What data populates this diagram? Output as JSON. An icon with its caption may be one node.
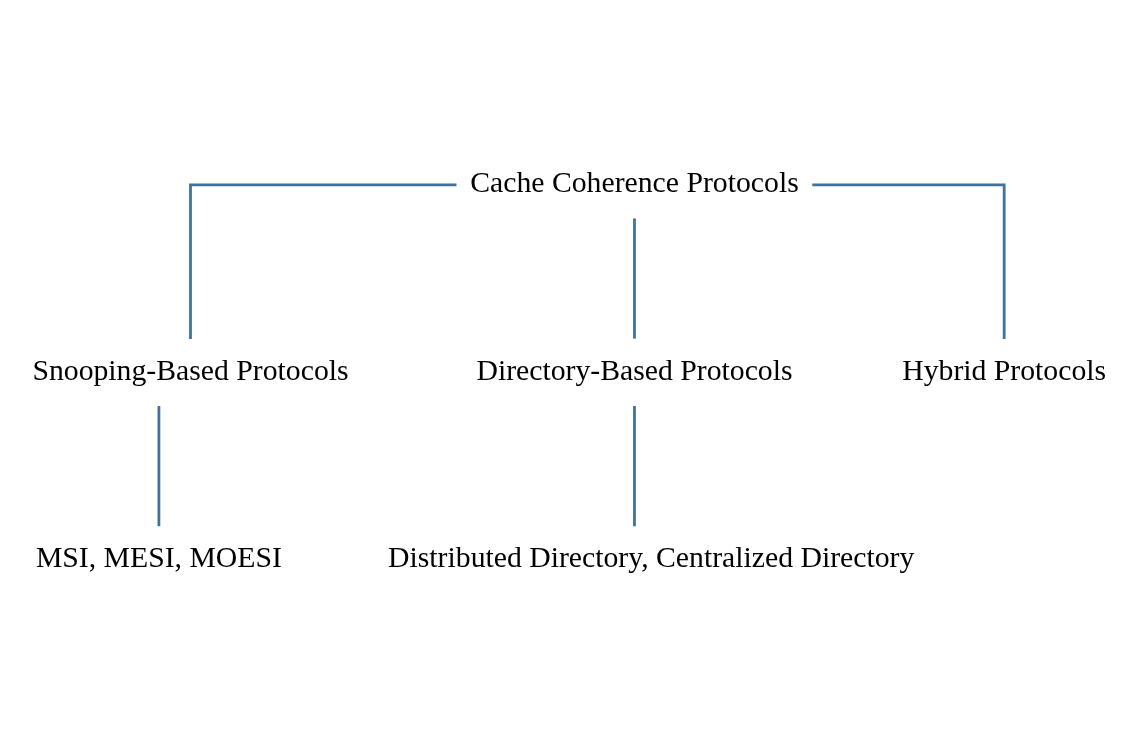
{
  "diagram": {
    "nodes": [
      {
        "text": [
          "Cache Coherence Protocols"
        ]
      },
      {
        "text": [
          "Snooping-Based Protocols"
        ]
      },
      {
        "text": [
          "Directory-Based Protocols"
        ]
      },
      {
        "text": [
          "Hybrid Protocols"
        ]
      },
      {
        "text": [
          "MSI, MESI, MOESI"
        ]
      },
      {
        "text": [
          "Distributed Directory, Centralized Directory"
        ]
      }
    ],
    "edges": [
      {
        "from": 0,
        "to": 1,
        "arrow": "none"
      },
      {
        "from": 0,
        "to": 2,
        "arrow": "none"
      },
      {
        "from": 0,
        "to": 3,
        "arrow": "none"
      },
      {
        "from": 1,
        "to": 4,
        "arrow": "none"
      },
      {
        "from": 2,
        "to": 5,
        "arrow": "none"
      }
    ]
  }
}
